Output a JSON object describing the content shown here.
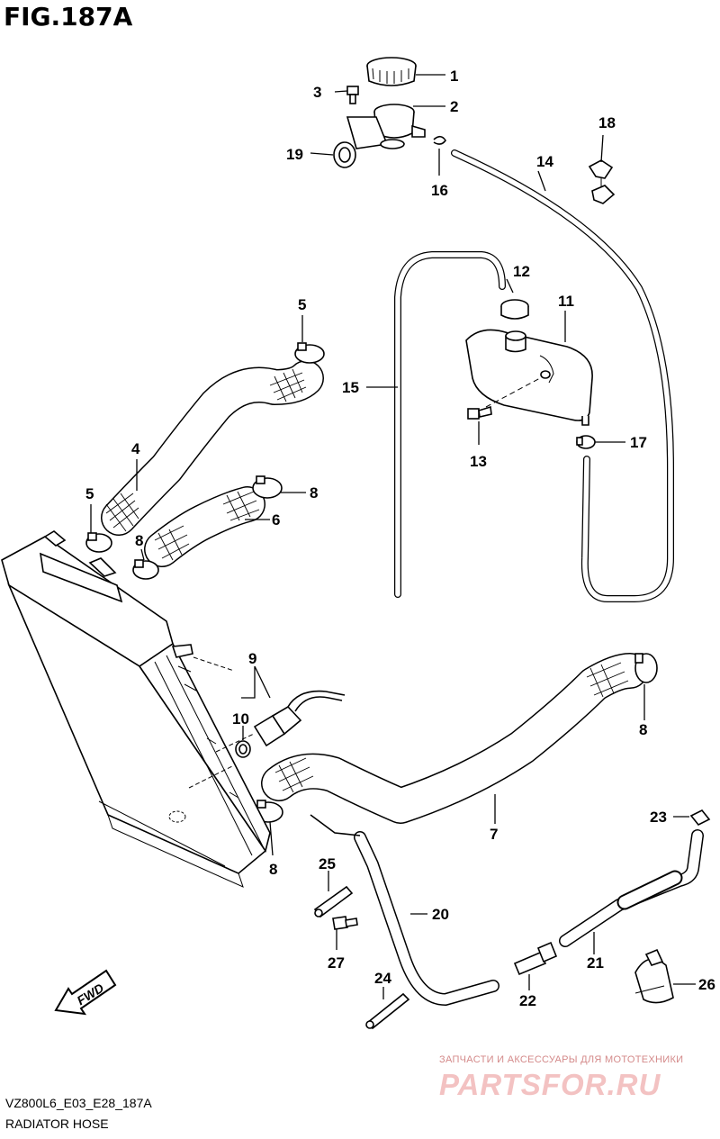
{
  "figure": {
    "title": "FIG.187A",
    "code": "VZ800L6_E03_E28_187A",
    "caption": "RADIATOR HOSE"
  },
  "direction_arrow": "FWD",
  "callouts": {
    "c1": "1",
    "c2": "2",
    "c3": "3",
    "c4": "4",
    "c5a": "5",
    "c5b": "5",
    "c6": "6",
    "c7": "7",
    "c8a": "8",
    "c8b": "8",
    "c8c": "8",
    "c8d": "8",
    "c9": "9",
    "c10": "10",
    "c11": "11",
    "c12": "12",
    "c13": "13",
    "c14": "14",
    "c15": "15",
    "c16": "16",
    "c17": "17",
    "c18": "18",
    "c19": "19",
    "c20": "20",
    "c21": "21",
    "c22": "22",
    "c23": "23",
    "c24": "24",
    "c25": "25",
    "c26": "26",
    "c27": "27"
  },
  "watermark": {
    "tagline": "ЗАПЧАСТИ И АКСЕССУАРЫ ДЛЯ МОТОТЕХНИКИ",
    "brand": "PARTSFOR.RU",
    "color": "#f3c2c2"
  }
}
